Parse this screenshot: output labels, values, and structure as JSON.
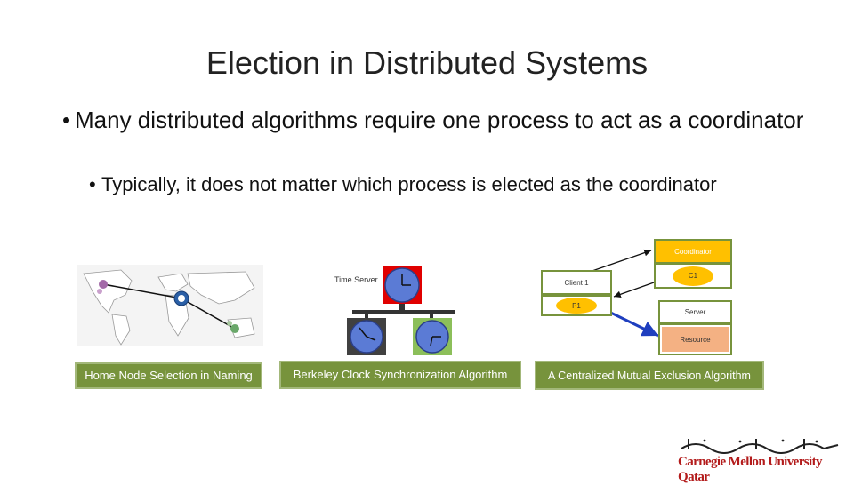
{
  "slide": {
    "title": "Election in Distributed Systems",
    "bullet1": "Many distributed algorithms require one process to act as a coordinator",
    "bullet2": "Typically, it does not matter which process is elected as the coordinator"
  },
  "captions": {
    "naming": "Home Node Selection in Naming",
    "berkeley": "Berkeley Clock Synchronization Algorithm",
    "mutex": "A Centralized Mutual Exclusion Algorithm"
  },
  "berkeley": {
    "time_server_label": "Time Server"
  },
  "mutex": {
    "coordinator_label": "Coordinator",
    "c1_label": "C1",
    "client1_label": "Client 1",
    "p1_label": "P1",
    "server_label": "Server",
    "resource_label": "Resource"
  },
  "logo": {
    "text": "Carnegie Mellon University Qatar"
  },
  "colors": {
    "caption_green": "#77933c",
    "coordinator_yellow": "#ffc000",
    "resource_salmon": "#f4b183",
    "arrow_blue": "#1f3fbf",
    "server_red": "#e00000",
    "logo_red": "#b31b1b"
  }
}
